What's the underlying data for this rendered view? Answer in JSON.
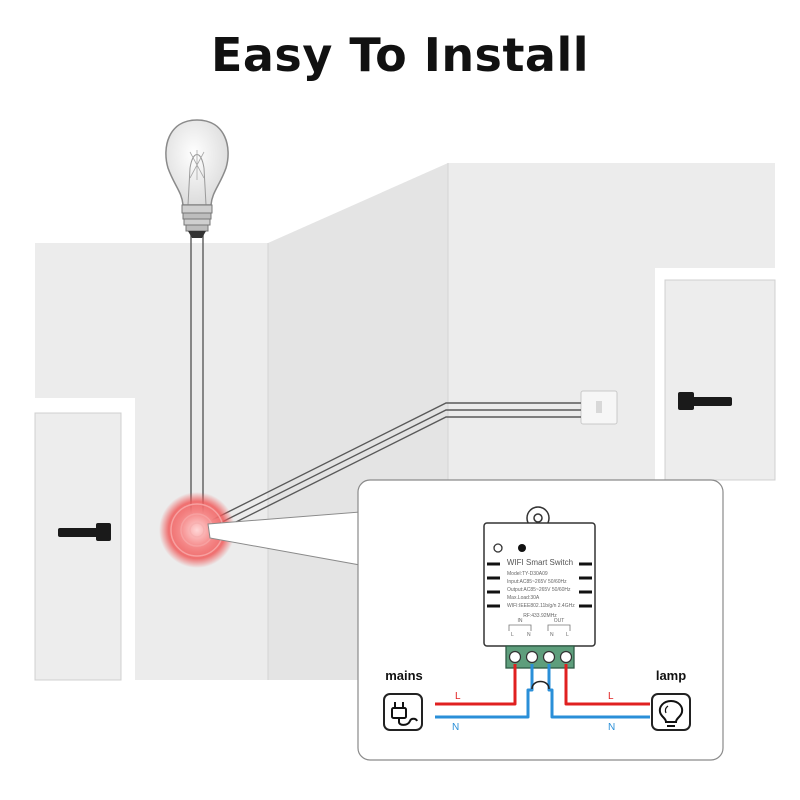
{
  "title": "Easy To Install",
  "device": {
    "name": "WIFI Smart Switch",
    "model": "Model:TY-D30A09",
    "input": "Input:AC85~265V 50/60Hz",
    "output": "Output:AC85~265V 50/60Hz",
    "max_load": "Max.Load:30A",
    "wifi": "WIFI:IEEE802.11b/g/n 2.4GHz",
    "rf": "RF:433.92MHz",
    "in_label": "IN",
    "out_label": "OUT",
    "l": "L",
    "n": "N"
  },
  "mains": {
    "label": "mains",
    "icon": "plug-icon"
  },
  "lamp": {
    "label": "lamp",
    "icon": "bulb-icon"
  },
  "wires": {
    "live": "L",
    "neutral": "N",
    "live_color": "#e02020",
    "neutral_color": "#2a8fd8"
  },
  "colors": {
    "wall": "#ececec",
    "terminal": "#5e9e7c",
    "highlight": "#f05a5a"
  }
}
